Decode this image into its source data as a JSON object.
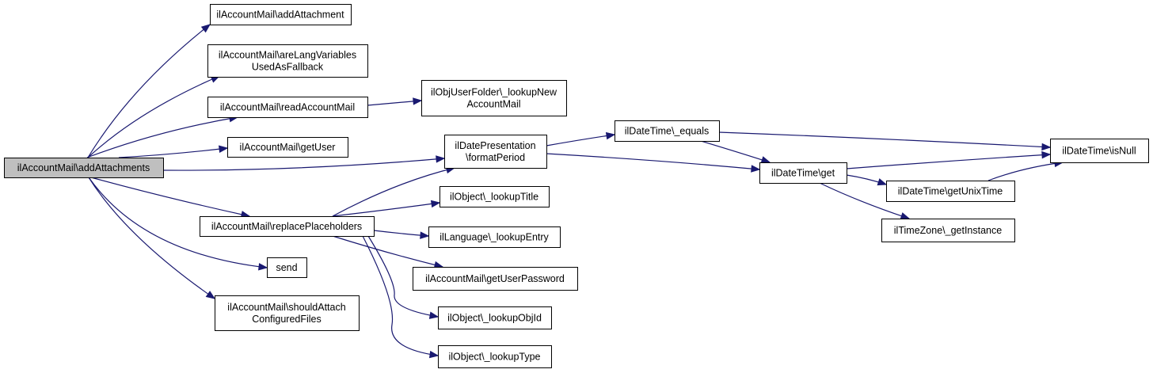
{
  "colors": {
    "edge": "#191970",
    "root_fill": "#bfbfbf",
    "node_fill": "#ffffff",
    "node_border": "#000000"
  },
  "nodes": [
    {
      "id": "root",
      "lines": [
        "ilAccountMail\\addAttachments"
      ],
      "root": true
    },
    {
      "id": "addAttachment",
      "lines": [
        "ilAccountMail\\addAttachment"
      ]
    },
    {
      "id": "areLang",
      "lines": [
        "ilAccountMail\\areLangVariables",
        "UsedAsFallback"
      ]
    },
    {
      "id": "readAccountMail",
      "lines": [
        "ilAccountMail\\readAccountMail"
      ]
    },
    {
      "id": "lookupNew",
      "lines": [
        "ilObjUserFolder\\_lookupNew",
        "AccountMail"
      ]
    },
    {
      "id": "getUser",
      "lines": [
        "ilAccountMail\\getUser"
      ]
    },
    {
      "id": "formatPeriod",
      "lines": [
        "ilDatePresentation",
        "\\formatPeriod"
      ]
    },
    {
      "id": "equals",
      "lines": [
        "ilDateTime\\_equals"
      ]
    },
    {
      "id": "isNull",
      "lines": [
        "ilDateTime\\isNull"
      ]
    },
    {
      "id": "get",
      "lines": [
        "ilDateTime\\get"
      ]
    },
    {
      "id": "getUnixTime",
      "lines": [
        "ilDateTime\\getUnixTime"
      ]
    },
    {
      "id": "getInstance",
      "lines": [
        "ilTimeZone\\_getInstance"
      ]
    },
    {
      "id": "replacePlaceholders",
      "lines": [
        "ilAccountMail\\replacePlaceholders"
      ]
    },
    {
      "id": "lookupTitle",
      "lines": [
        "ilObject\\_lookupTitle"
      ]
    },
    {
      "id": "lookupEntry",
      "lines": [
        "ilLanguage\\_lookupEntry"
      ]
    },
    {
      "id": "getUserPassword",
      "lines": [
        "ilAccountMail\\getUserPassword"
      ]
    },
    {
      "id": "lookupObjId",
      "lines": [
        "ilObject\\_lookupObjId"
      ]
    },
    {
      "id": "lookupType",
      "lines": [
        "ilObject\\_lookupType"
      ]
    },
    {
      "id": "send",
      "lines": [
        "send"
      ]
    },
    {
      "id": "shouldAttach",
      "lines": [
        "ilAccountMail\\shouldAttach",
        "ConfiguredFiles"
      ]
    }
  ],
  "edges": [
    [
      "root",
      "addAttachment"
    ],
    [
      "root",
      "areLang"
    ],
    [
      "root",
      "readAccountMail"
    ],
    [
      "root",
      "getUser"
    ],
    [
      "root",
      "formatPeriod"
    ],
    [
      "root",
      "replacePlaceholders"
    ],
    [
      "root",
      "send"
    ],
    [
      "root",
      "shouldAttach"
    ],
    [
      "readAccountMail",
      "lookupNew"
    ],
    [
      "formatPeriod",
      "equals"
    ],
    [
      "formatPeriod",
      "get"
    ],
    [
      "equals",
      "isNull"
    ],
    [
      "equals",
      "get"
    ],
    [
      "get",
      "isNull"
    ],
    [
      "get",
      "getUnixTime"
    ],
    [
      "get",
      "getInstance"
    ],
    [
      "getUnixTime",
      "isNull"
    ],
    [
      "replacePlaceholders",
      "formatPeriod"
    ],
    [
      "replacePlaceholders",
      "lookupTitle"
    ],
    [
      "replacePlaceholders",
      "lookupEntry"
    ],
    [
      "replacePlaceholders",
      "getUserPassword"
    ],
    [
      "replacePlaceholders",
      "lookupObjId"
    ],
    [
      "replacePlaceholders",
      "lookupType"
    ]
  ]
}
